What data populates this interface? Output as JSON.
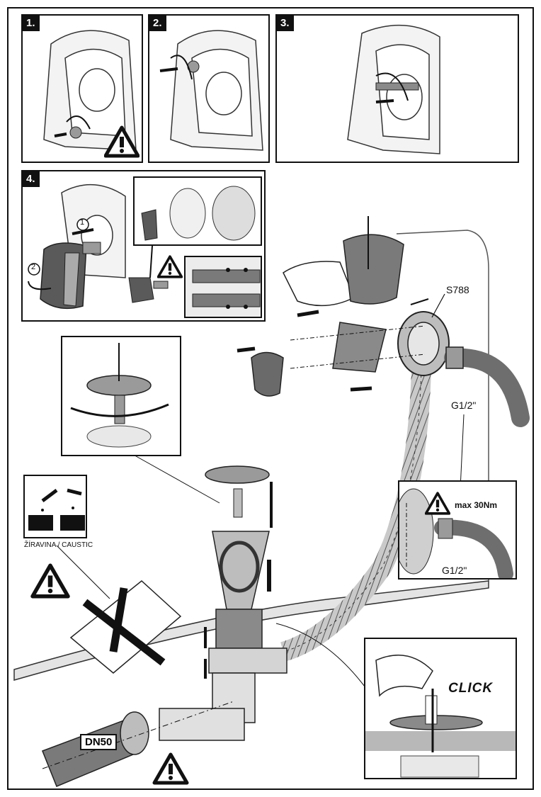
{
  "steps": [
    "1.",
    "2.",
    "3.",
    "4."
  ],
  "labels": {
    "part": "S788",
    "thread_top": "G1/2\"",
    "thread_bottom": "G1/2\"",
    "torque": "max 30Nm",
    "caustic": "ŽÍRAVINA / CAUSTIC",
    "pipe": "DN50",
    "click": "CLICK",
    "circle_1": "1",
    "circle_2": "2"
  },
  "colors": {
    "line": "#111111",
    "gray_dark": "#6e6e6e",
    "gray_mid": "#9a9a9a",
    "gray_light": "#d4d4d4",
    "warning": "#111111"
  },
  "icons": [
    "warning-icon",
    "caustic-icon",
    "rotate-arrow-icon",
    "push-arrow-icon",
    "scissors-icon",
    "hand-icon",
    "feather-icon"
  ]
}
